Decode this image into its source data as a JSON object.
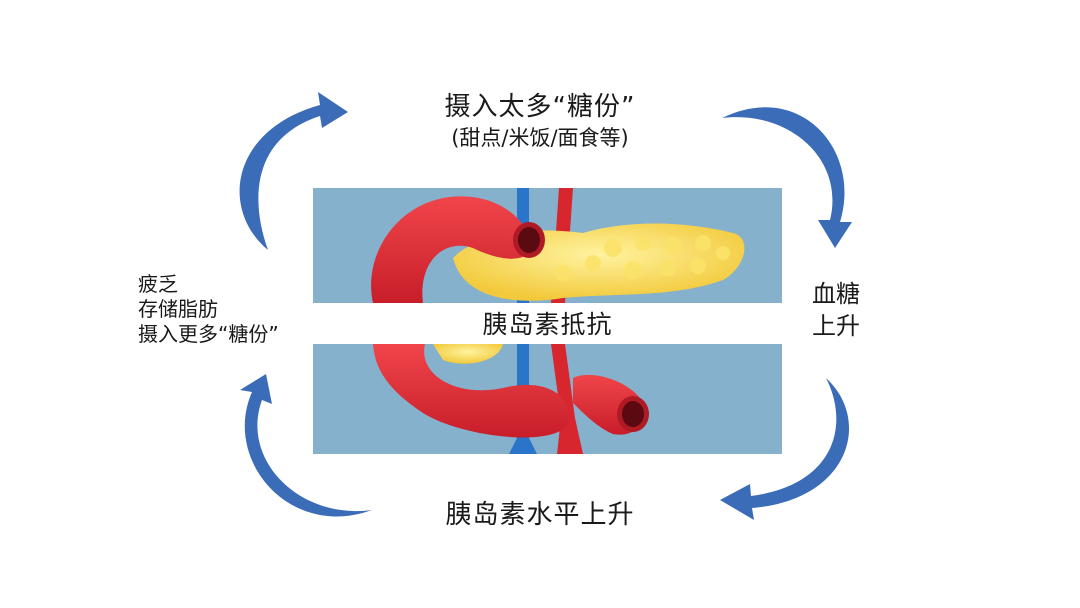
{
  "diagram": {
    "top": {
      "title": "摄入太多“糖份”",
      "subtitle": "(甜点/米饭/面食等)"
    },
    "right": {
      "line1": "血糖",
      "line2": "上升"
    },
    "bottom": {
      "text": "胰岛素水平上升"
    },
    "left": {
      "line1": "疲乏",
      "line2": "存储脂肪",
      "line3": "摄入更多“糖份”"
    },
    "center": {
      "label": "胰岛素抵抗"
    },
    "colors": {
      "arrow": "#3b6cb8",
      "panel": "#86b1cc",
      "organ_red": "#e8323a",
      "pancreas_yellow": "#f6d84a",
      "vein_blue": "#2a74c9"
    },
    "icons": {
      "cycle_arrow": "curved-arrow-icon",
      "illustration": "pancreas-illustration"
    }
  }
}
